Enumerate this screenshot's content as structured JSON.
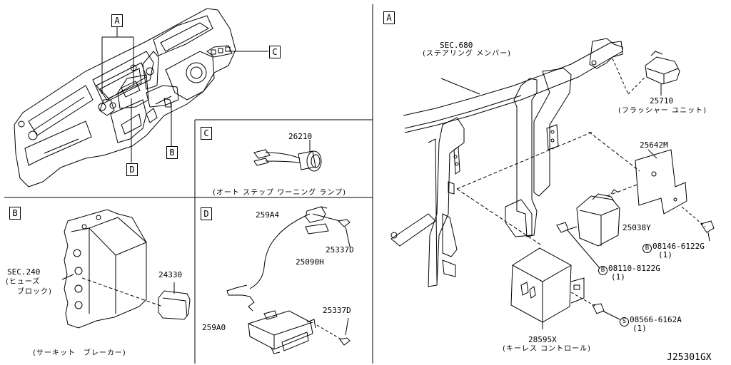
{
  "diagram_id": "J25301GX",
  "views": {
    "main": {
      "callout_a": "A",
      "callout_b": "B",
      "callout_c": "C",
      "callout_d": "D"
    },
    "b": {
      "title": "B",
      "sec_label": "SEC.240",
      "sec_sub": "(ヒューズ",
      "sec_sub2": "ブロック)",
      "part_24330": "24330",
      "caption": "(サーキット　ブレーカー)"
    },
    "c": {
      "title": "C",
      "part_26210": "26210",
      "caption": "(オート ステップ ワーニング ランプ)"
    },
    "d": {
      "title": "D",
      "part_259a4": "259A4",
      "part_25337d_top": "25337D",
      "part_25090h": "25090H",
      "part_25337d_bot": "25337D",
      "part_259a0": "259A0"
    },
    "a": {
      "title": "A",
      "sec_label": "SEC.680",
      "sec_sub": "(ステアリング メンバー)",
      "part_25710": "25710",
      "part_25710_sub": "(フラッシャー ユニット)",
      "part_25642m": "25642M",
      "part_25038y": "25038Y",
      "bolt1_symbol": "B",
      "bolt1": "08146-6122G",
      "bolt1_qty": "(1)",
      "bolt2_symbol": "B",
      "bolt2": "08110-8122G",
      "bolt2_qty": "(1)",
      "screw_symbol": "S",
      "screw": "08566-6162A",
      "screw_qty": "(1)",
      "part_28595x": "28595X",
      "part_28595x_sub": "(キーレス コントロール)"
    }
  }
}
